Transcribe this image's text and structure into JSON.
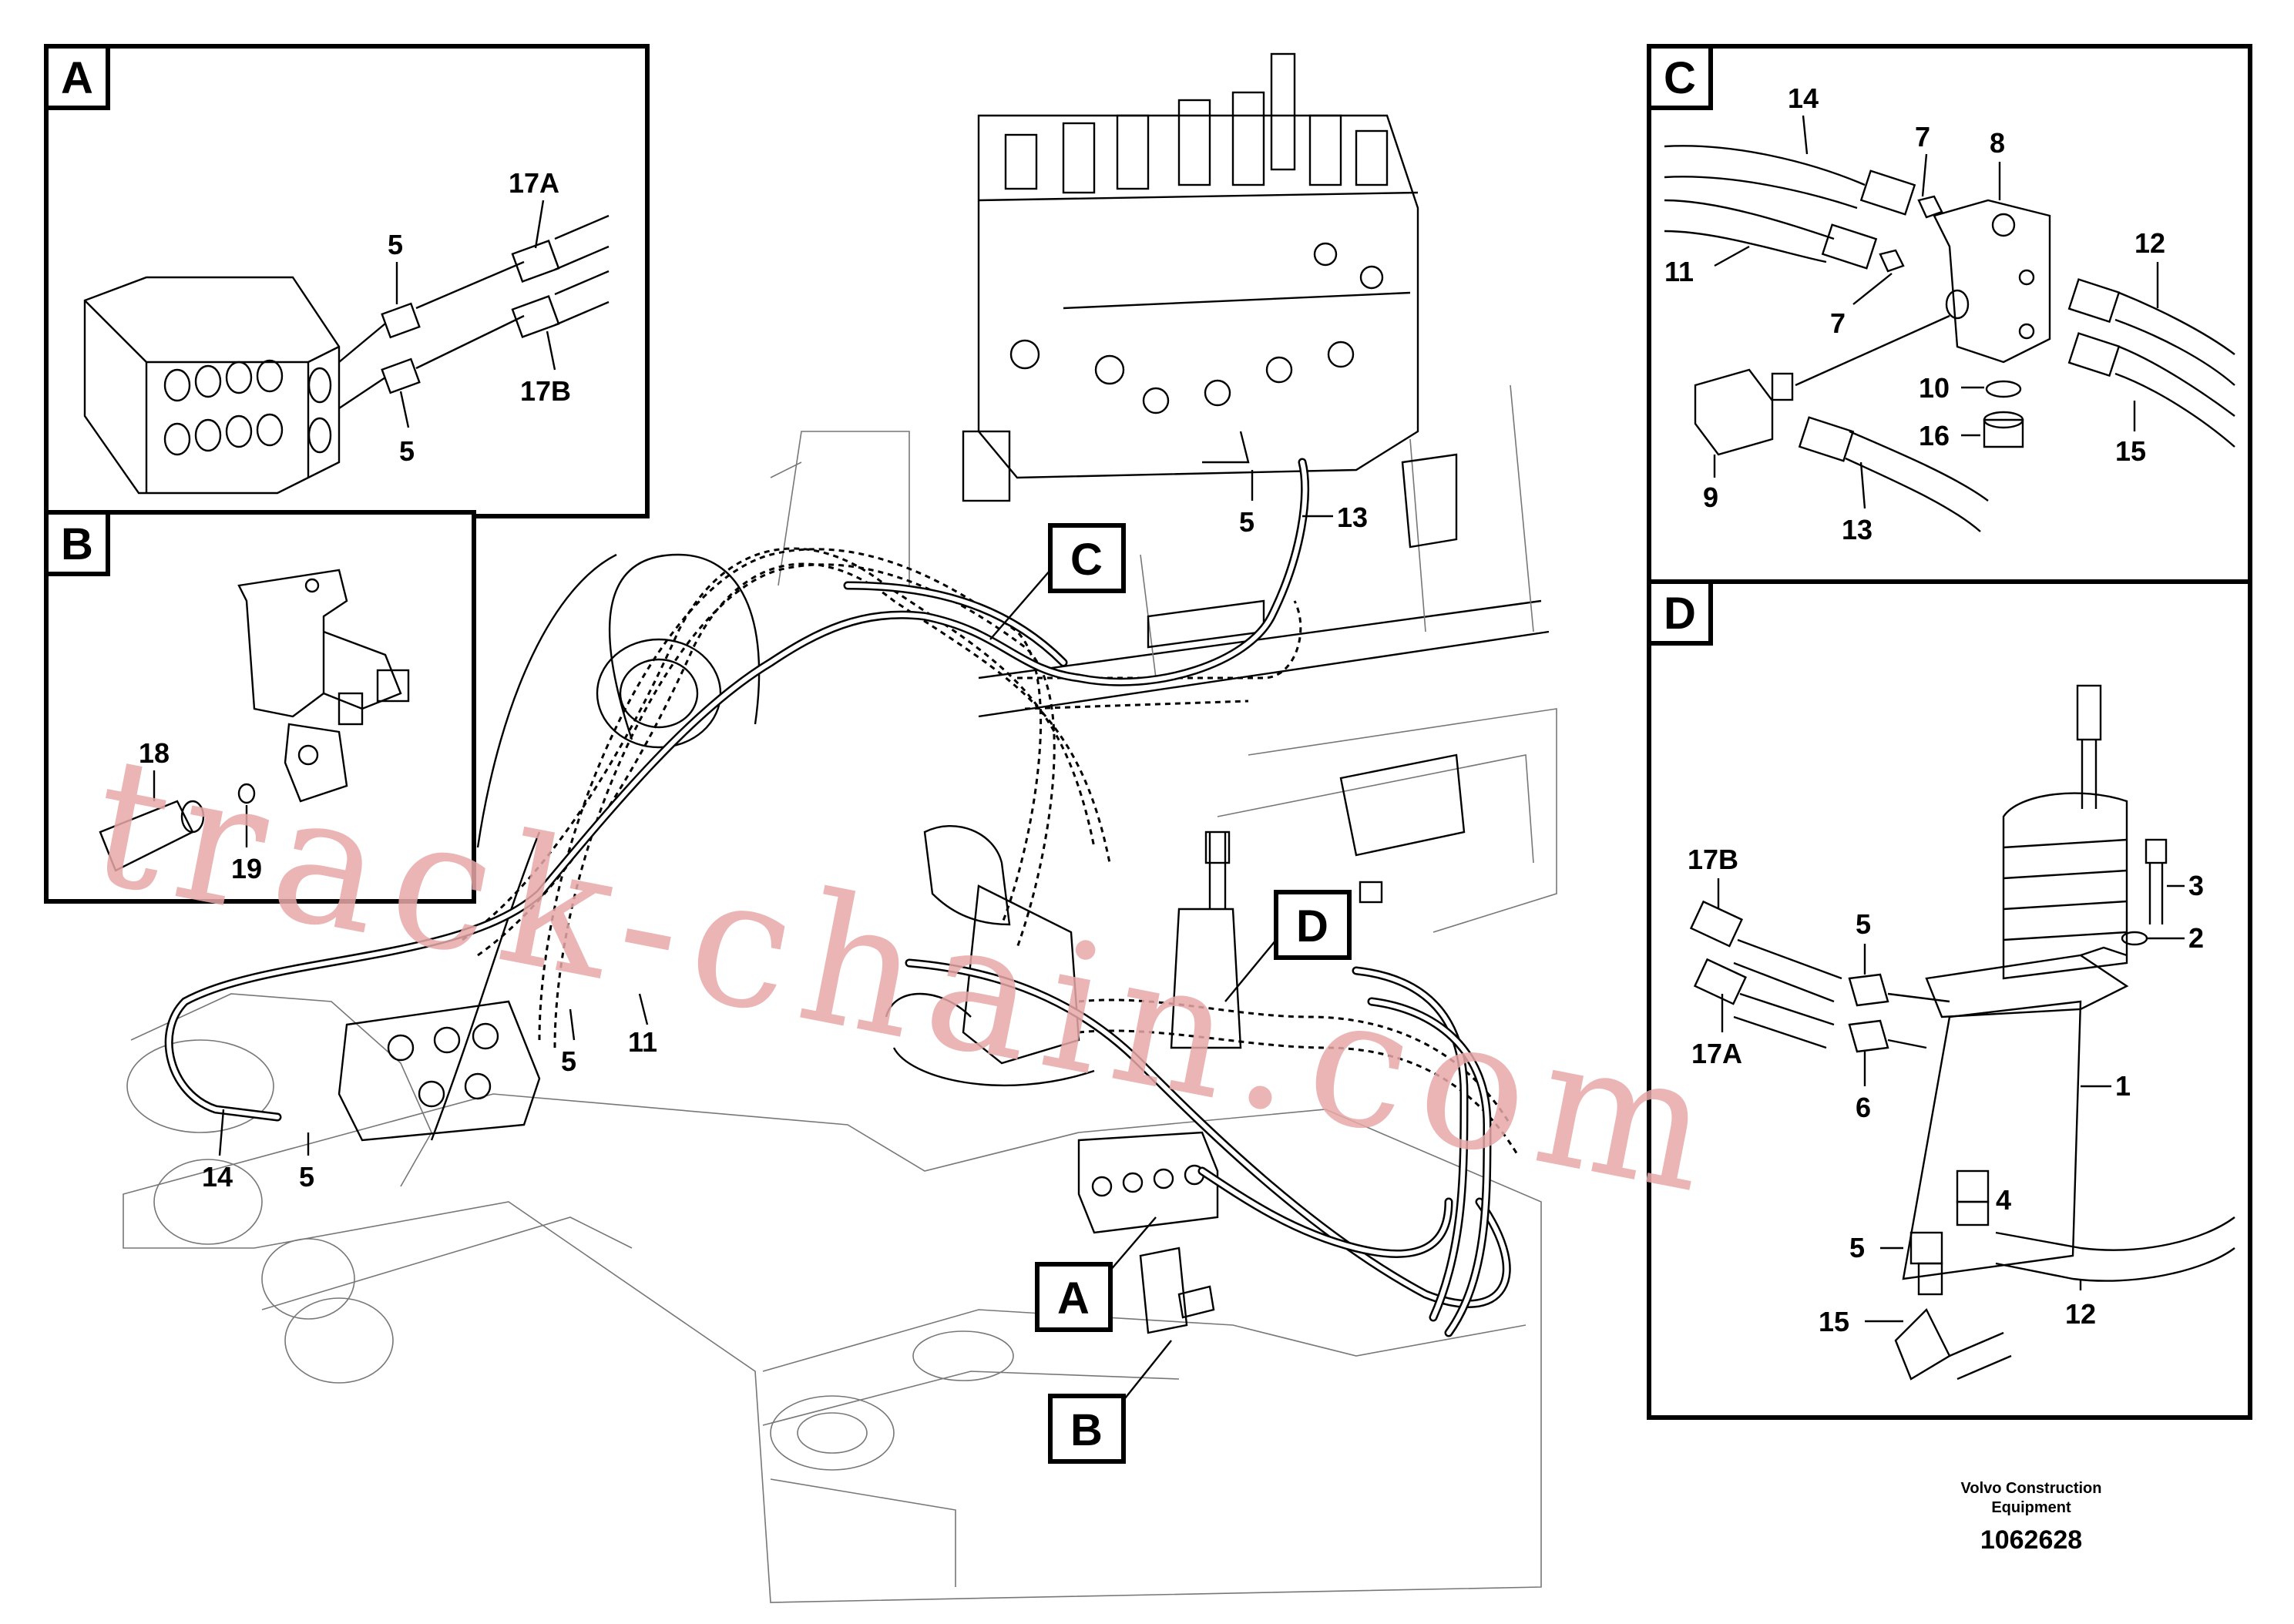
{
  "detail_views": {
    "A": {
      "tag": "A",
      "labels": {
        "l17a": "17A",
        "l5a": "5",
        "l5b": "5",
        "l17b": "17B"
      }
    },
    "B": {
      "tag": "B",
      "labels": {
        "l18": "18",
        "l19": "19"
      }
    },
    "C": {
      "tag": "C",
      "labels": {
        "l14": "14",
        "l7a": "7",
        "l8": "8",
        "l11": "11",
        "l7b": "7",
        "l12": "12",
        "l10": "10",
        "l16": "16",
        "l9": "9",
        "l13": "13",
        "l15": "15"
      }
    },
    "D": {
      "tag": "D",
      "labels": {
        "l17b": "17B",
        "l5a": "5",
        "l3": "3",
        "l2": "2",
        "l17a": "17A",
        "l6": "6",
        "l1": "1",
        "l4": "4",
        "l5b": "5",
        "l15": "15",
        "l12": "12"
      }
    }
  },
  "main_view": {
    "callouts": {
      "A": "A",
      "B": "B",
      "C": "C",
      "D": "D"
    },
    "labels": {
      "l5_top": "5",
      "l13": "13",
      "l5_mid": "5",
      "l11": "11",
      "l14": "14",
      "l5_left": "5"
    }
  },
  "watermark": "track-chain.com",
  "caption": {
    "line1": "Volvo Construction",
    "line2": "Equipment",
    "number": "1062628"
  }
}
